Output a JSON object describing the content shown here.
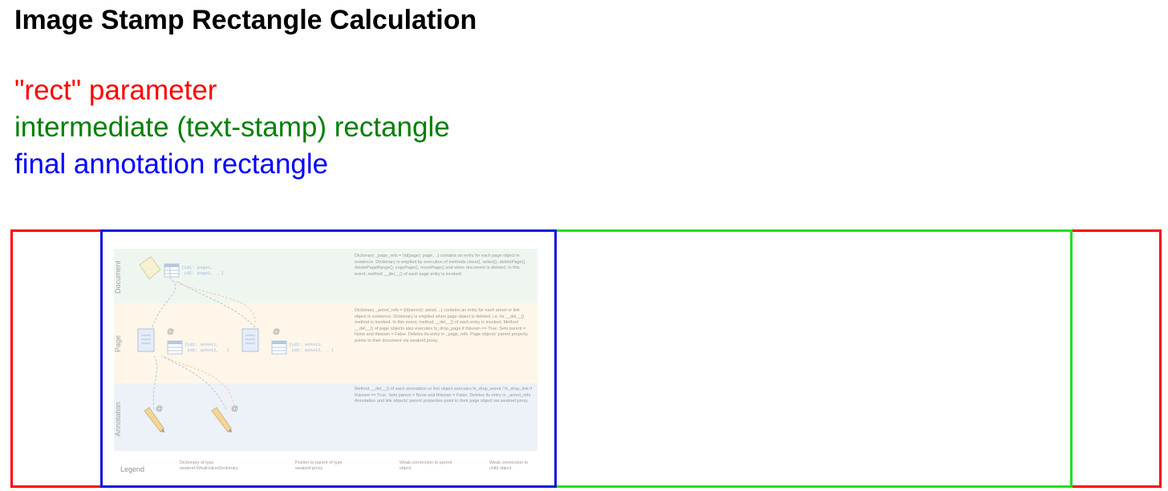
{
  "title": "Image Stamp Rectangle Calculation",
  "legend_lines": [
    {
      "text": "\"rect\" parameter",
      "color": "#ff0000"
    },
    {
      "text": "intermediate (text-stamp) rectangle",
      "color": "#008000"
    },
    {
      "text": "final annotation rectangle",
      "color": "#0000ff"
    }
  ],
  "rect_colors": {
    "rect": "#ff0000",
    "intermediate": "#1fe01f",
    "final": "#1010dd"
  },
  "diagram": {
    "bands": {
      "document": {
        "label": "Document",
        "dict_text": "{id1: page1,\n id2: page2, ..}",
        "desc": "Dictionary _page_refs = {id(page): page, ..} contains an entry for each page object in existence. Dictionary is emptied by execution of methods close(), select(), deletePage(), deletePageRange(), copyPage(), movePage() and when document is deleted. In this event, method __del__() of each page entry is invoked."
      },
      "page": {
        "label": "Page",
        "dict_text_1": "{id1: annot1,\n id2: annot2, ..}",
        "dict_text_2": "{id1: annot1,\n id2: annot2, ..}",
        "desc": "Dictionary _annot_refs = {id(annot): annot, ..} contains an entry for each annot or link object in existence. Dictionary is emptied when page object is deleted, i.e. its __del__() method is invoked. In this event, method __del__() of each entry is invoked. Method __del__() of page objects also executes fz_drop_page if thisown == True. Sets parent = None and thisown = False. Deletes its entry in _page_refs. Page objects' parent property points to their document via weakref.proxy."
      },
      "annotation": {
        "label": "Annotation",
        "desc": "Method __del__() of each annotation or link object executes fz_drop_annot / fz_drop_link if thisown == True. Sets parent = None and thisown = False. Deletes its entry in _annot_refs. Annotation and link objects' parent properties point to their page object via weakref.proxy."
      }
    },
    "legend": {
      "label": "Legend",
      "items": [
        "Dictionary of type weakref.WeakValueDictionary",
        "Pointer to parent of type weakref.proxy",
        "Weak connection to parent object",
        "Weak connection to child object"
      ]
    }
  }
}
